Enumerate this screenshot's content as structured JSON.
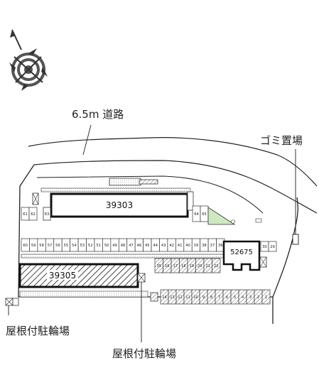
{
  "road_label": "6.5m 道路",
  "garbage_label": "ゴミ置場",
  "bicycle_left_label": "屋根付駐輪場",
  "bicycle_bottom_label": "屋根付駐輪場",
  "buildings": {
    "top": "39303",
    "left": "39305",
    "right": "52675"
  },
  "parking_row_main": [
    "60",
    "59",
    "58",
    "57",
    "56",
    "55",
    "54",
    "53",
    "52",
    "51",
    "50",
    "49",
    "48",
    "47",
    "46",
    "45",
    "44",
    "43",
    "42",
    "41",
    "40",
    "39",
    "38",
    "37",
    "36"
  ],
  "parking_row_right": [
    "30",
    "29"
  ],
  "parking_left_top": [
    "61",
    "62"
  ],
  "parking_left_side": "63",
  "parking_top_right": [
    "64",
    "65"
  ],
  "parking_middle_row": [
    "35",
    "16",
    "17",
    "18",
    "19",
    "20",
    "21",
    "22"
  ],
  "parking_bottom_row": [
    "14",
    "13",
    "12",
    "11",
    "10",
    "9",
    "8",
    "7",
    "6",
    "5",
    "4",
    "3",
    "2",
    "1"
  ],
  "colors": {
    "line": "#222222",
    "green": "#cfe8c2",
    "hatch": "#555555"
  },
  "compass": "compass-icon"
}
